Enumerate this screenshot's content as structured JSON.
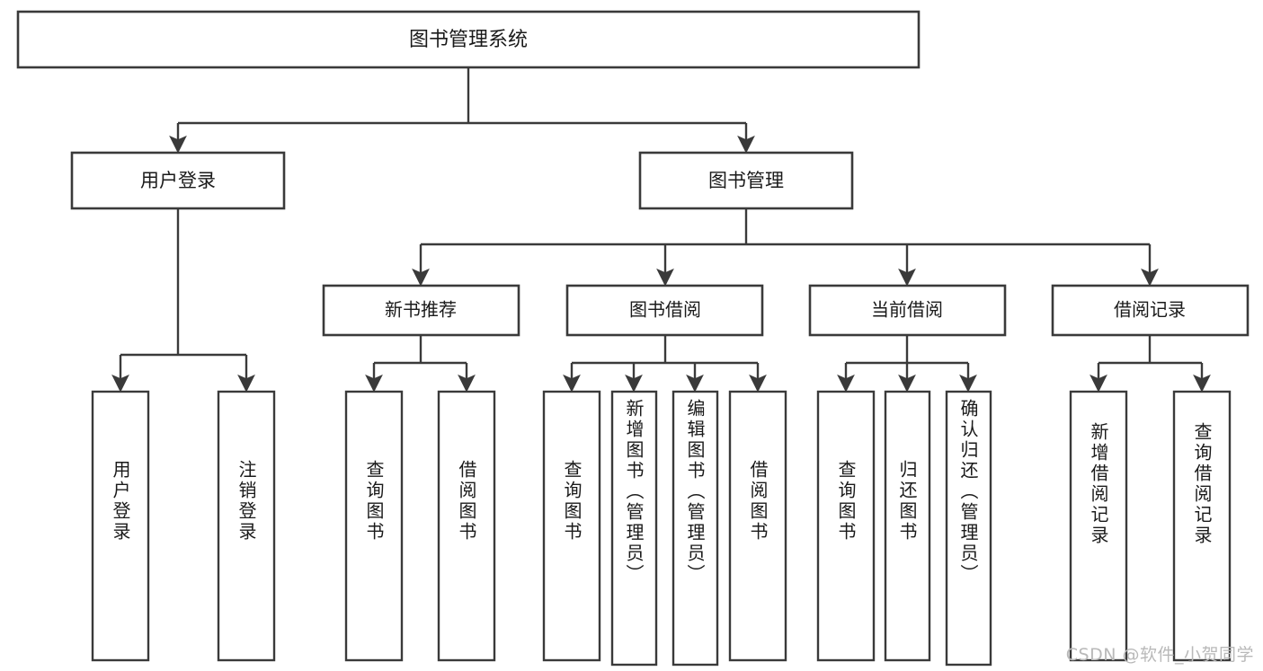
{
  "diagram": {
    "title": "图书管理系统",
    "type": "tree-hierarchy-flowchart",
    "orientation": "top-down",
    "colors": {
      "box_fill": "#ffffff",
      "box_stroke": "#3a3a3a",
      "text": "#1a1a1a",
      "background": "#ffffff",
      "watermark": "#b9b9b9"
    },
    "root": {
      "id": "root",
      "label": "图书管理系统"
    },
    "level2": [
      {
        "id": "user-login",
        "label": "用户登录"
      },
      {
        "id": "book-manage",
        "label": "图书管理"
      }
    ],
    "level3": [
      {
        "id": "new-book-rec",
        "label": "新书推荐",
        "parent": "book-manage"
      },
      {
        "id": "book-borrow",
        "label": "图书借阅",
        "parent": "book-manage"
      },
      {
        "id": "current-borrow",
        "label": "当前借阅",
        "parent": "book-manage"
      },
      {
        "id": "borrow-record",
        "label": "借阅记录",
        "parent": "book-manage"
      }
    ],
    "leaves": [
      {
        "id": "leaf-user-login",
        "label": "用户登录",
        "parent": "user-login"
      },
      {
        "id": "leaf-logout-login",
        "label": "注销登录",
        "parent": "user-login"
      },
      {
        "id": "leaf-query-book-1",
        "label": "查询图书",
        "parent": "new-book-rec"
      },
      {
        "id": "leaf-borrow-book-1",
        "label": "借阅图书",
        "parent": "new-book-rec"
      },
      {
        "id": "leaf-query-book-2",
        "label": "查询图书",
        "parent": "book-borrow"
      },
      {
        "id": "leaf-add-book",
        "label": "新增图书（管理员）",
        "parent": "book-borrow"
      },
      {
        "id": "leaf-edit-book",
        "label": "编辑图书（管理员）",
        "parent": "book-borrow"
      },
      {
        "id": "leaf-borrow-book-2",
        "label": "借阅图书",
        "parent": "book-borrow"
      },
      {
        "id": "leaf-query-book-3",
        "label": "查询图书",
        "parent": "current-borrow"
      },
      {
        "id": "leaf-return-book",
        "label": "归还图书",
        "parent": "current-borrow"
      },
      {
        "id": "leaf-confirm-return",
        "label": "确认归还（管理员）",
        "parent": "current-borrow"
      },
      {
        "id": "leaf-add-record",
        "label": "新增借阅记录",
        "parent": "borrow-record"
      },
      {
        "id": "leaf-query-record",
        "label": "查询借阅记录",
        "parent": "borrow-record"
      }
    ]
  },
  "watermark": {
    "text": "CSDN @软件_小贺同学"
  }
}
